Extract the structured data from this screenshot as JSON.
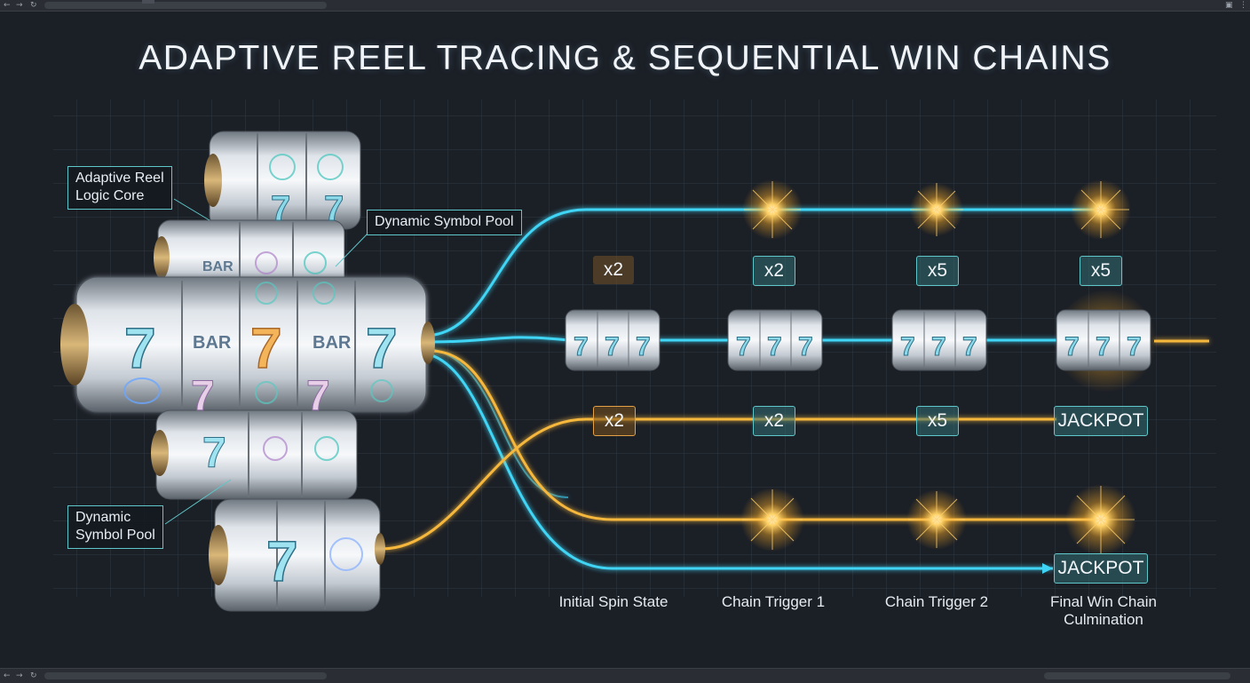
{
  "title": "ADAPTIVE REEL TRACING & SEQUENTIAL WIN CHAINS",
  "callouts": {
    "core_line1": "Adaptive Reel",
    "core_line2": "Logic Core",
    "pool_top": "Dynamic Symbol Pool",
    "pool_bottom_line1": "Dynamic",
    "pool_bottom_line2": "Symbol Pool"
  },
  "reel_symbols": {
    "seven": "7",
    "bar": "BAR"
  },
  "multipliers": {
    "row_mid": [
      "x2",
      "x2",
      "x5",
      "x5"
    ],
    "row_low": [
      "x2",
      "x2",
      "x5",
      "JACKPOT"
    ],
    "bottom": "JACKPOT"
  },
  "stages": {
    "s1": "Initial Spin State",
    "s2": "Chain Trigger 1",
    "s3": "Chain Trigger 2",
    "s4_line1": "Final Win Chain",
    "s4_line2": "Culmination"
  },
  "colors": {
    "cyan": "#3fd4f5",
    "amber": "#f6b73c",
    "teal_border": "#5fc6c9",
    "background": "#1b1f26"
  }
}
